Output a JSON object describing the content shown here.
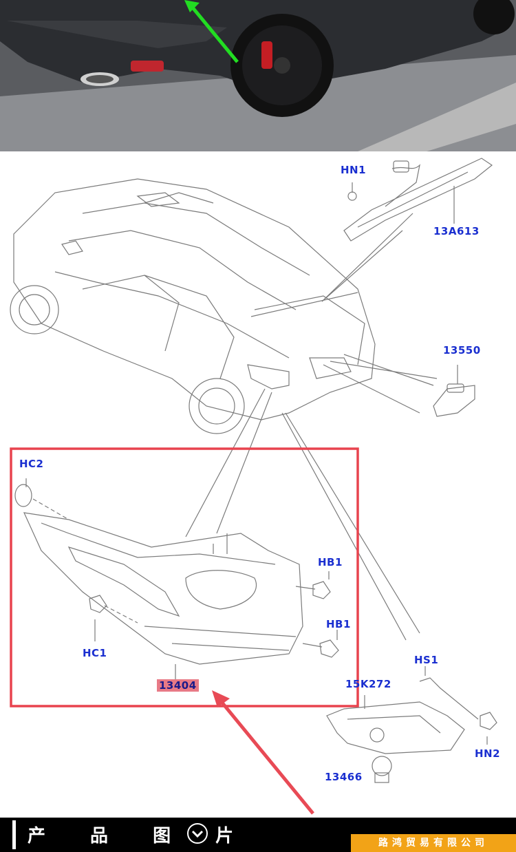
{
  "labels": {
    "hn1": "HN1",
    "part_13a613": "13A613",
    "part_13550": "13550",
    "hc2": "HC2",
    "hb1_top": "HB1",
    "hb1_bottom": "HB1",
    "hc1": "HC1",
    "part_13404": "13404",
    "hs1": "HS1",
    "part_15k272": "15K272",
    "hn2": "HN2",
    "part_13466": "13466"
  },
  "footer": {
    "title": "产 品 图 片",
    "company": "路鸿贸易有限公司"
  },
  "colors": {
    "label_blue": "#1a2fd0",
    "highlight_box": "#e8434e",
    "arrow_green": "#22dd22",
    "arrow_red": "#e84a55",
    "footer_orange": "#f2a317"
  }
}
